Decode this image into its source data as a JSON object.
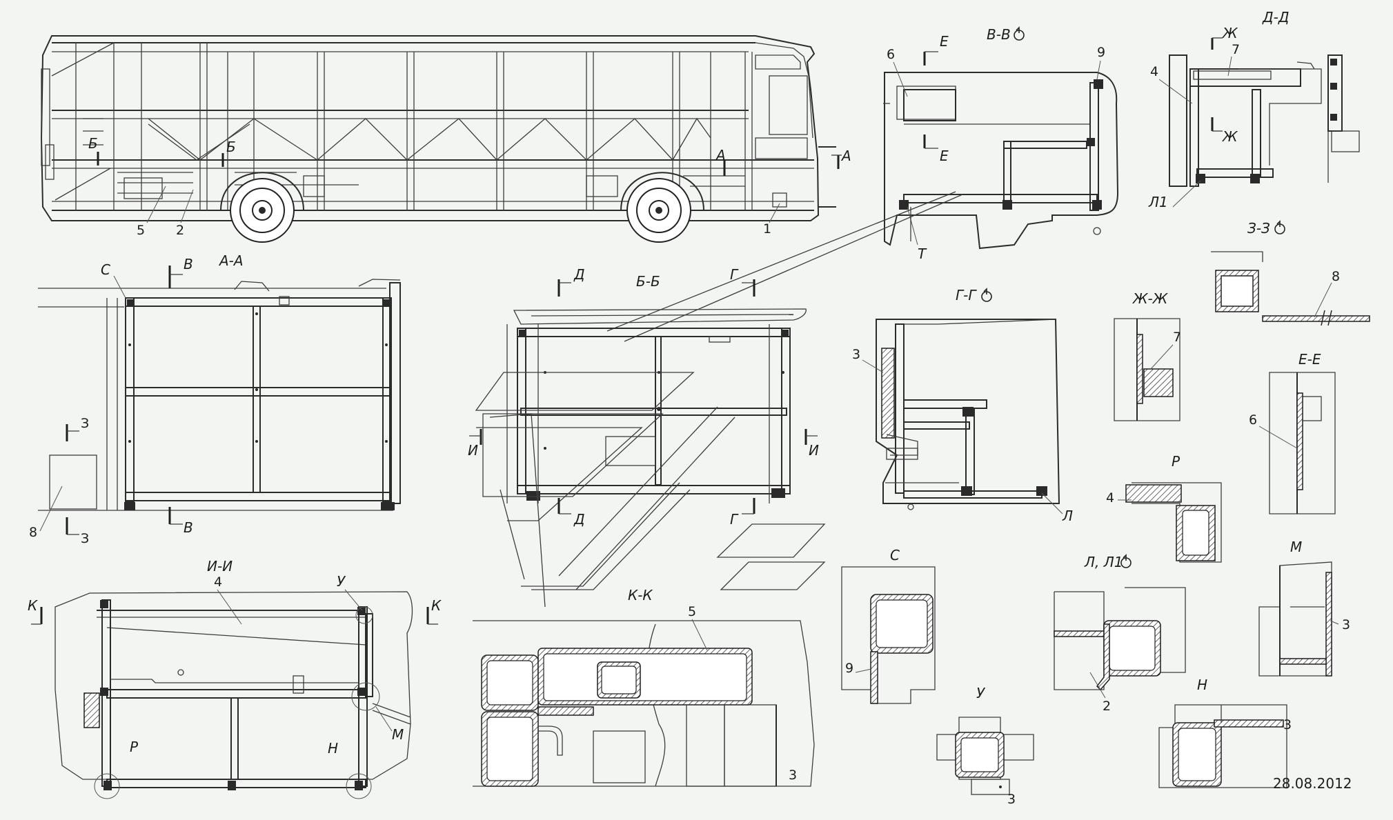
{
  "section_titles": {
    "a_a": "А-А",
    "b_b": "Б-Б",
    "v_v": "В-В",
    "g_g": "Г-Г",
    "d_d": "Д-Д",
    "zh_zh": "Ж-Ж",
    "z_z": "З-З",
    "e_e": "Е-Е",
    "i_i": "И-И",
    "k_k": "К-К",
    "r": "Р",
    "s": "С",
    "l_l1": "Л, Л1",
    "m": "М",
    "u": "У",
    "n": "Н"
  },
  "cut_letters": {
    "a": "А",
    "b": "Б",
    "v": "В",
    "g": "Г",
    "d": "Д",
    "e": "Е",
    "zh": "Ж",
    "z": "З",
    "i": "И",
    "k": "К",
    "s": "С",
    "t": "Т",
    "u": "У",
    "l": "Л",
    "l1": "Л1",
    "m": "М",
    "n": "Н",
    "r": "Р"
  },
  "part_numbers": {
    "p1": "1",
    "p2": "2",
    "p3": "3",
    "p4": "4",
    "p5": "5",
    "p6": "6",
    "p7": "7",
    "p8": "8",
    "p9": "9"
  },
  "date": "28.08.2012"
}
